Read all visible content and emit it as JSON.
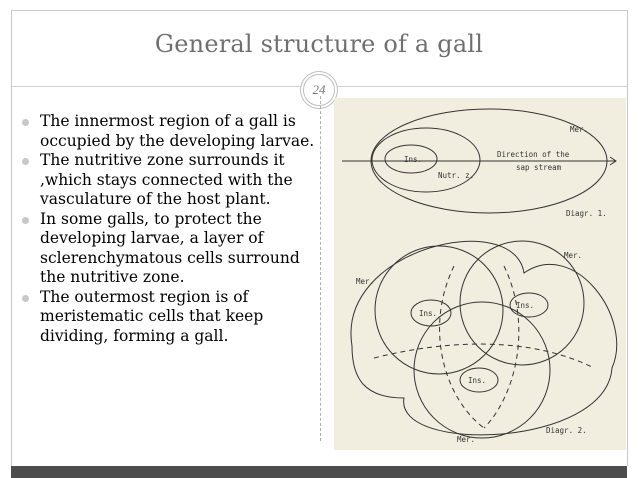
{
  "slide": {
    "title": "General structure of a gall",
    "page_number": "24",
    "bullets": [
      "The innermost region of a gall is occupied by the developing larvae.",
      "The nutritive zone surrounds it ,which stays connected with the vasculature of the host plant.",
      "In some galls, to protect the developing larvae, a layer of sclerenchymatous cells surround the nutritive zone.",
      "The outermost region is of meristematic cells that keep dividing, forming a gall."
    ]
  },
  "figure": {
    "diagram1": {
      "ins": "Ins.",
      "nutr": "Nutr. z.",
      "mer": "Mer.",
      "direction_1": "Direction of the",
      "direction_2": "sap stream",
      "caption": "Diagr. 1."
    },
    "diagram2": {
      "mer_top_left": "Mer.",
      "mer_top_right": "Mer.",
      "ins_left": "Ins.",
      "ins_right": "Ins.",
      "ins_bottom": "Ins.",
      "mer_bottom": "Mer.",
      "caption": "Diagr. 2."
    },
    "colors": {
      "paper": "#f2eedf",
      "ink": "#333333"
    }
  }
}
